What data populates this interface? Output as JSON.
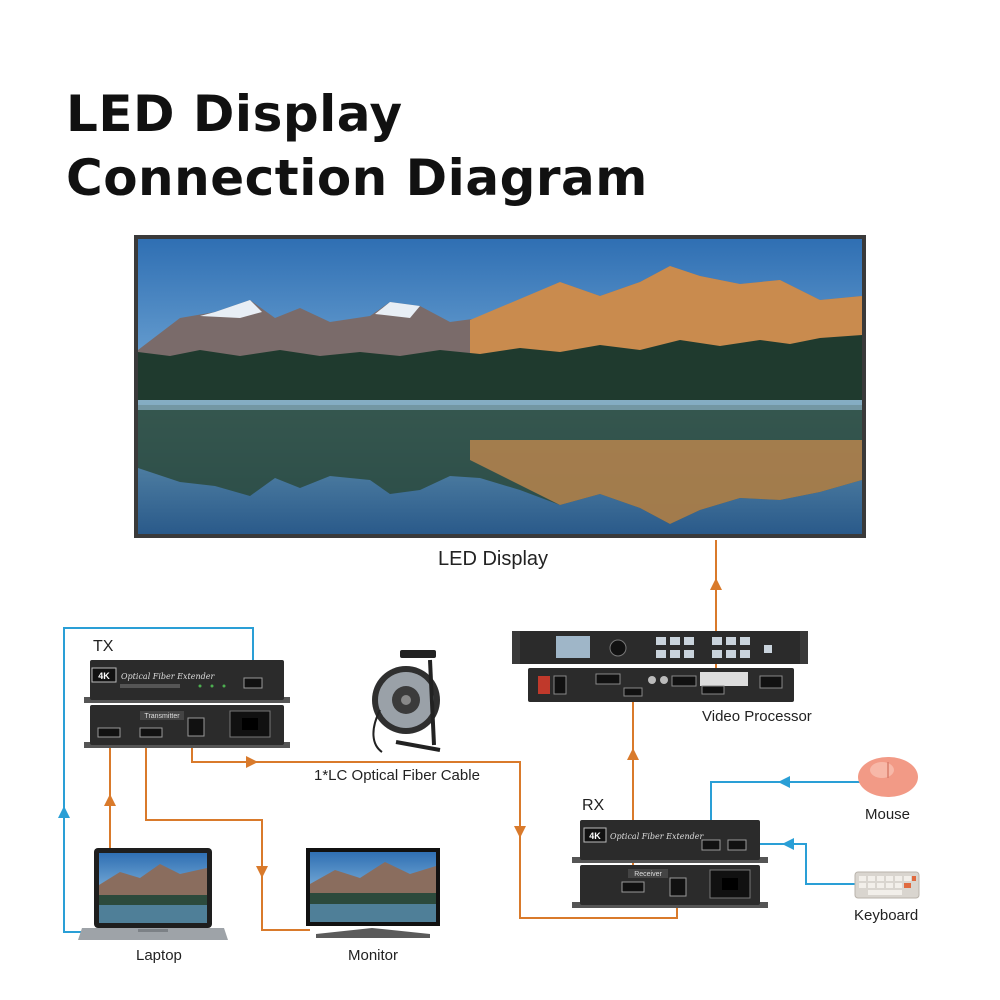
{
  "title": {
    "line1": "LED Display",
    "line2": "Connection Diagram"
  },
  "labels": {
    "led_display": "LED Display",
    "tx": "TX",
    "rx": "RX",
    "video_processor": "Video Processor",
    "fiber_cable": "1*LC Optical Fiber Cable",
    "mouse": "Mouse",
    "keyboard": "Keyboard",
    "laptop": "Laptop",
    "monitor": "Monitor"
  },
  "device_text": {
    "badge": "4K",
    "product_name": "Optical Fiber Extender",
    "tx_panel": "Transmitter",
    "rx_panel": "Receiver"
  },
  "colors": {
    "hdmi_cable": "#d97a2b",
    "usb_cable": "#2a9fd6",
    "device_body": "#2b2b2b",
    "title": "#111111"
  }
}
